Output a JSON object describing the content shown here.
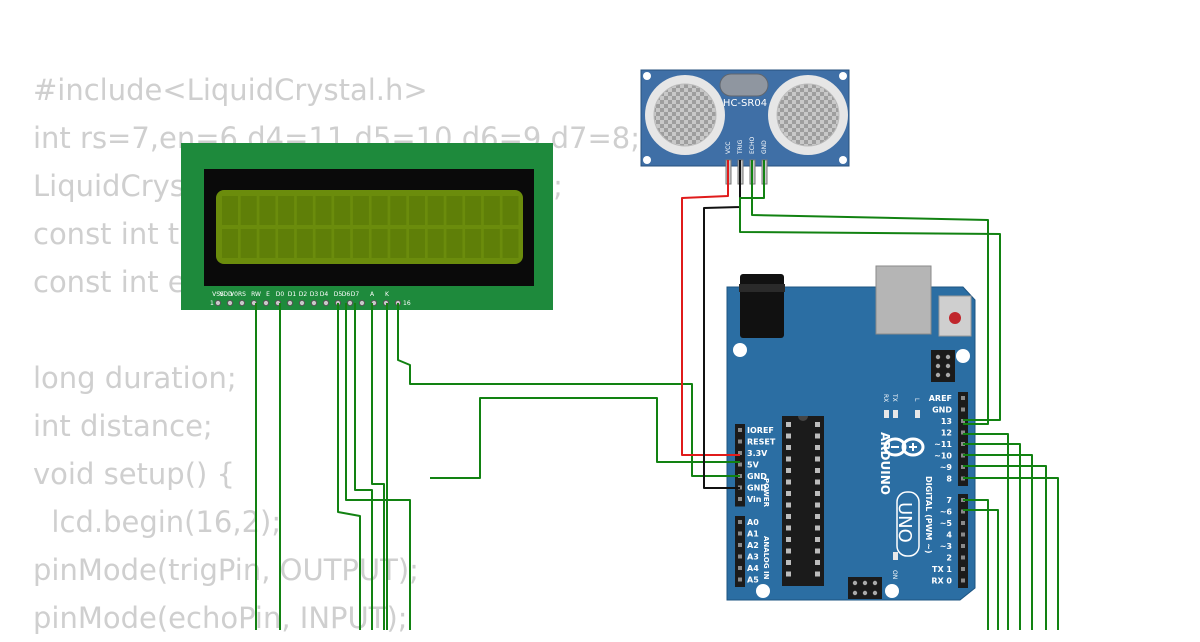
{
  "code_lines": [
    "#include<LiquidCrystal.h>",
    "int rs=7,en=6,d4=11,d5=10,d6=9,d7=8;",
    "LiquidCrystal lcd(rs,en,d4,d5,d6,d7);",
    "const int trigPin = 13;",
    "const int echoPin = 12;",
    "",
    "long duration;",
    "int distance;",
    "void setup() {",
    "  lcd.begin(16,2);",
    "pinMode(trigPin, OUTPUT);",
    "pinMode(echoPin, INPUT);"
  ],
  "lcd": {
    "pin_labels": [
      "VSS",
      "VDD",
      "V0",
      "RS",
      "RW",
      "E",
      "D0",
      "D1",
      "D2",
      "D3",
      "D4",
      "D5",
      "D6",
      "D7",
      "A",
      "K"
    ],
    "pin_first": "1",
    "pin_last": "16",
    "pcb_color": "#1e8a3c",
    "screen_color": "#6b8c0c"
  },
  "sensor": {
    "model": "HC-SR04",
    "pins": [
      "VCC",
      "TRIG",
      "ECHO",
      "GND"
    ],
    "board_color": "#3f6fa6"
  },
  "arduino": {
    "brand": "ARDUINO",
    "model": "UNO",
    "power_header": [
      "IOREF",
      "RESET",
      "3.3V",
      "5V",
      "GND",
      "GND",
      "Vin"
    ],
    "power_title": "POWER",
    "analog_header": [
      "A0",
      "A1",
      "A2",
      "A3",
      "A4",
      "A5"
    ],
    "analog_title": "ANALOG IN",
    "digital_upper": [
      "AREF",
      "GND",
      "13",
      "12",
      "~11",
      "~10",
      "~9",
      "8"
    ],
    "digital_lower": [
      "7",
      "~6",
      "~5",
      "4",
      "~3",
      "2",
      "TX 1",
      "RX 0"
    ],
    "digital_title": "DIGITAL (PWM ~)",
    "led_tx": "TX",
    "led_rx": "RX",
    "led_l": "L",
    "on_label": "ON",
    "board_color": "#2b6ea3"
  },
  "colors": {
    "wire_green": "#128212",
    "wire_red": "#e01b1b",
    "wire_black": "#111111"
  }
}
